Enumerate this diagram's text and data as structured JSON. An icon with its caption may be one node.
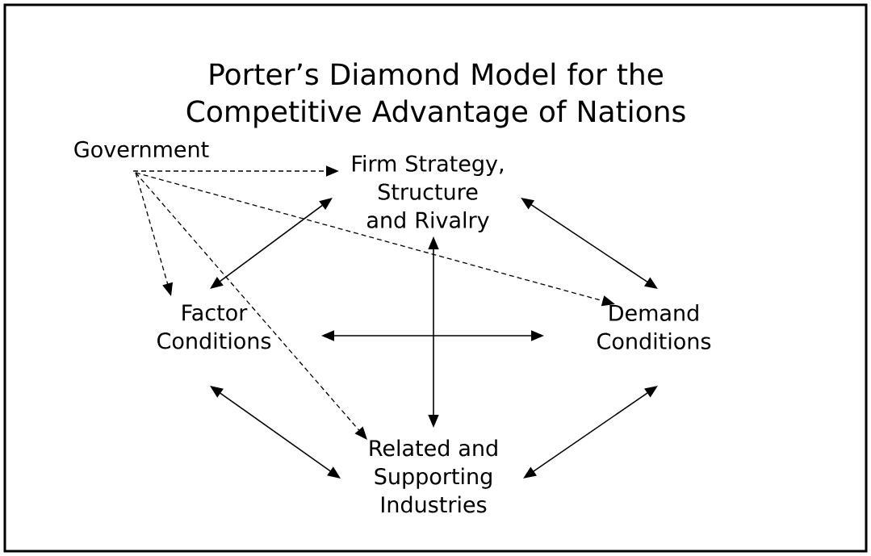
{
  "diagram": {
    "title": "Porter’s Diamond Model for the Competitive Advantage of Nations",
    "nodes": [
      {
        "text": [
          "Government"
        ]
      },
      {
        "text": [
          "Firm Strategy, Structure and Rivalry"
        ]
      },
      {
        "text": [
          "Factor Conditions"
        ]
      },
      {
        "text": [
          "Demand Conditions"
        ]
      },
      {
        "text": [
          "Related and Supporting Industries"
        ]
      }
    ],
    "edges": [
      {
        "from": 0,
        "to": 1,
        "arrow": "to",
        "style": "dashed"
      },
      {
        "from": 0,
        "to": 2,
        "arrow": "to",
        "style": "dashed"
      },
      {
        "from": 0,
        "to": 3,
        "arrow": "to",
        "style": "dashed"
      },
      {
        "from": 0,
        "to": 4,
        "arrow": "to",
        "style": "dashed"
      },
      {
        "from": 1,
        "to": 2,
        "arrow": "both"
      },
      {
        "from": 1,
        "to": 3,
        "arrow": "both"
      },
      {
        "from": 2,
        "to": 4,
        "arrow": "both"
      },
      {
        "from": 3,
        "to": 4,
        "arrow": "both"
      },
      {
        "from": 1,
        "to": 4,
        "arrow": "both"
      },
      {
        "from": 2,
        "to": 3,
        "arrow": "both"
      }
    ]
  }
}
